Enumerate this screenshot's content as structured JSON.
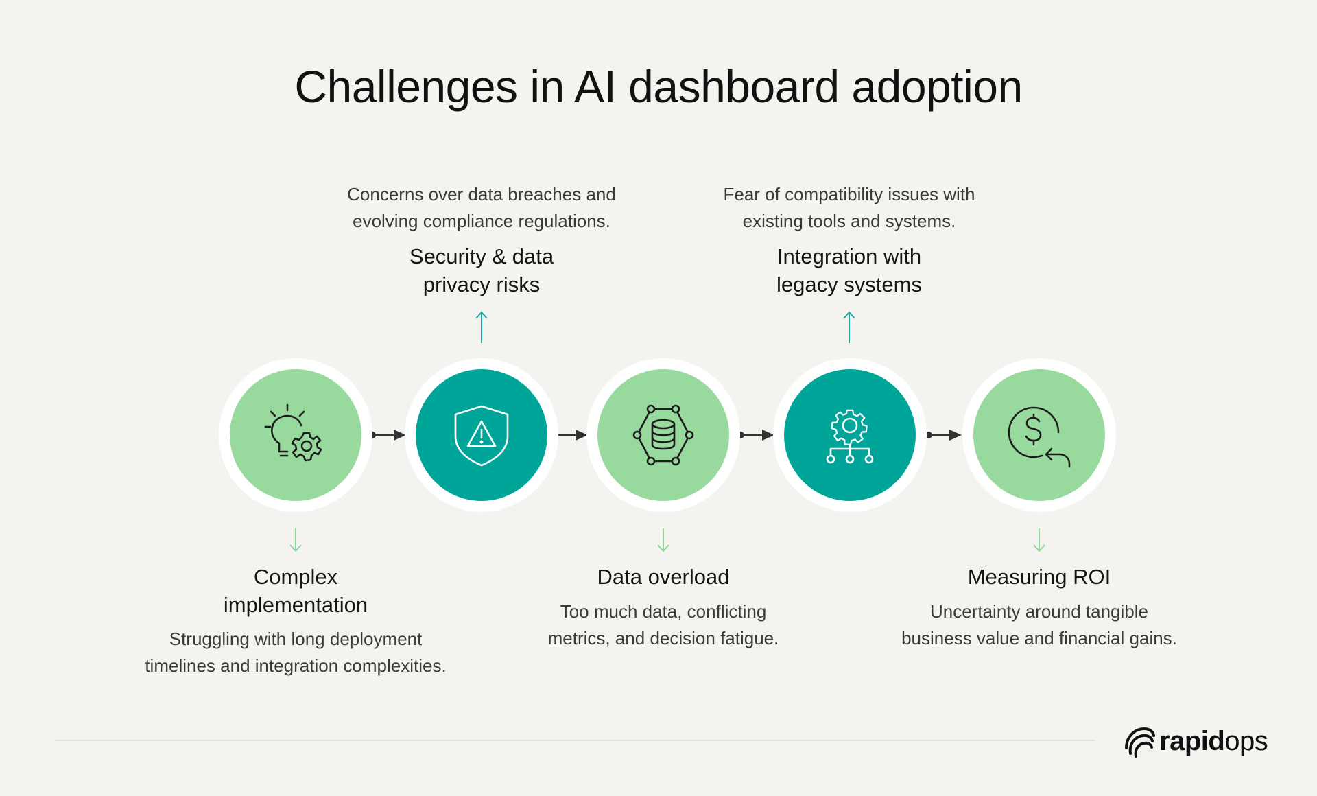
{
  "title": "Challenges in AI dashboard adoption",
  "steps": [
    {
      "heading": [
        "Complex",
        "implementation"
      ],
      "description": [
        "Struggling with long deployment",
        "timelines and integration complexities."
      ],
      "icon": "lightbulb-gear-icon",
      "color": "#98d99d",
      "position": "below"
    },
    {
      "heading": [
        "Security & data",
        "privacy risks"
      ],
      "description": [
        "Concerns over data breaches and",
        "evolving compliance regulations."
      ],
      "icon": "shield-warning-icon",
      "color": "#00a59a",
      "position": "above"
    },
    {
      "heading": [
        "Data overload"
      ],
      "description": [
        "Too much data, conflicting",
        "metrics, and decision fatigue."
      ],
      "icon": "database-network-icon",
      "color": "#98d99d",
      "position": "below"
    },
    {
      "heading": [
        "Integration with",
        "legacy systems"
      ],
      "description": [
        "Fear of compatibility issues with",
        "existing tools and systems."
      ],
      "icon": "gear-network-icon",
      "color": "#00a59a",
      "position": "above"
    },
    {
      "heading": [
        "Measuring ROI"
      ],
      "description": [
        "Uncertainty around tangible",
        "business value and financial gains."
      ],
      "icon": "dollar-return-icon",
      "color": "#98d99d",
      "position": "below"
    }
  ],
  "logo": {
    "bold": "rapid",
    "light": "ops",
    "icon": "rapidops-logo-icon"
  }
}
